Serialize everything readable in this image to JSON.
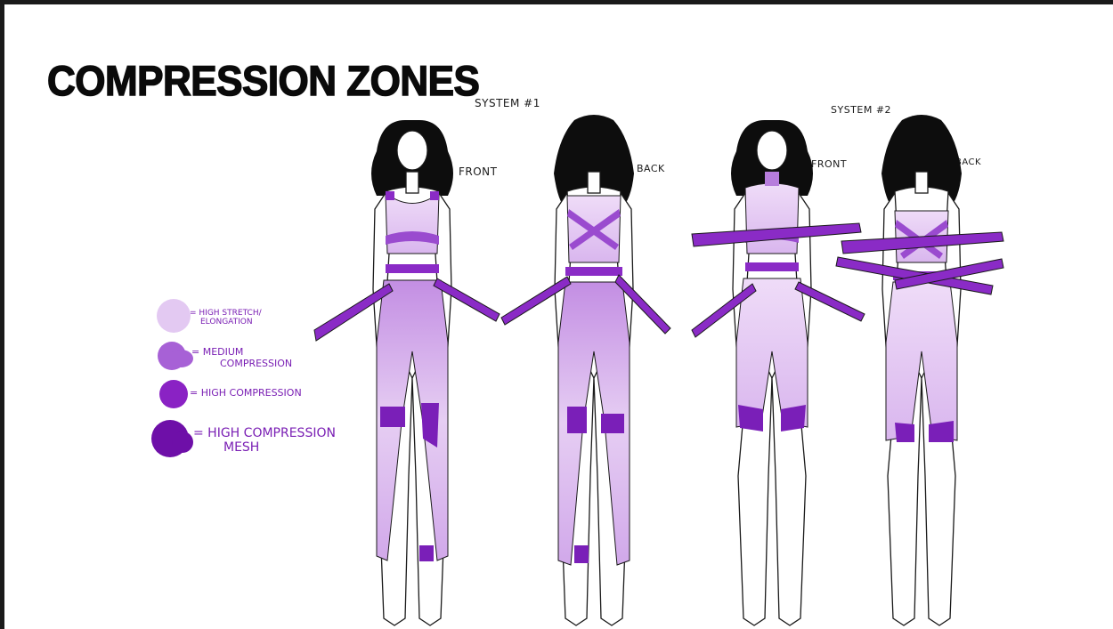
{
  "title": "COMPRESSION ZONES",
  "systems": [
    {
      "label": "SYSTEM #1",
      "views": [
        "FRONT",
        "BACK"
      ]
    },
    {
      "label": "SYSTEM #2",
      "views": [
        "FRONT",
        "BACK"
      ]
    }
  ],
  "legend": [
    {
      "lines": [
        "= HIGH STRETCH/",
        "ELONGATION"
      ],
      "color": "#e3c9f2"
    },
    {
      "lines": [
        "= MEDIUM",
        "COMPRESSION"
      ],
      "color": "#a761d6"
    },
    {
      "lines": [
        "= HIGH COMPRESSION"
      ],
      "color": "#8a22c4"
    },
    {
      "lines": [
        "= HIGH COMPRESSION",
        "MESH"
      ],
      "color": "#6e0fa8"
    }
  ],
  "colors": {
    "light": "#e6cef3",
    "medium": "#b77ddc",
    "high": "#8a2bc6",
    "mesh": "#6a12a4",
    "hair": "#0d0d0d",
    "outline": "#1a1a1a"
  }
}
